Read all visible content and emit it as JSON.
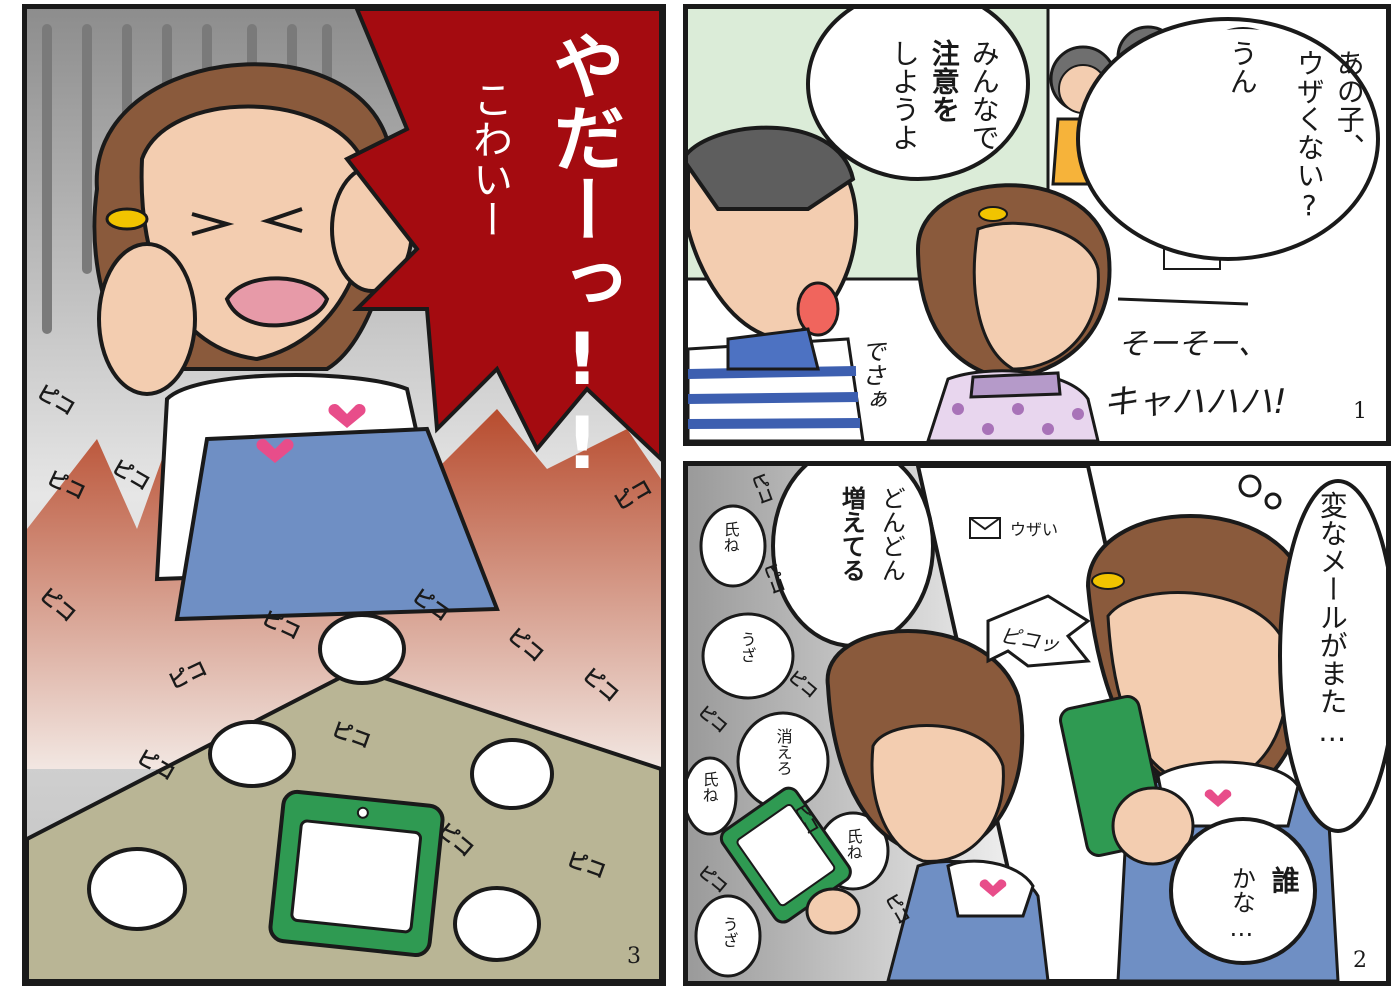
{
  "panels": {
    "panel3": {
      "number": "3",
      "shout": "やだーっ!!",
      "scream": "こわいー",
      "sfx": "ピコ"
    },
    "panel1": {
      "number": "1",
      "bubble_girls1": "あの子、",
      "bubble_girls2": "ウザくない?",
      "bubble_reply": "うん",
      "bubble_lead1": "みんなで",
      "bubble_lead2": "注意を",
      "bubble_lead3": "しようよ",
      "boy_speech": "でさぁ",
      "chatter": "そーそー、",
      "laugh": "キャハハハ!"
    },
    "panel2": {
      "number": "2",
      "thought1": "変なメールがまた…",
      "bubble_who1": "誰",
      "bubble_who2": "かな…",
      "increasing1": "どんどん",
      "increasing2": "増えてる",
      "mail_subject": "ウザい",
      "beep": "ピコッ",
      "msg_shine": "氏ね",
      "msg_uza": "うざ",
      "msg_kiero": "消えろ",
      "sfx": "ピコ"
    }
  },
  "colors": {
    "uniform_blue": "#6f8fc4",
    "shout_red": "#a40b10",
    "phone_green": "#2f9a52",
    "skin": "#f3cdb0",
    "hair": "#8a5a3c",
    "heart_pink": "#e84d8a"
  }
}
